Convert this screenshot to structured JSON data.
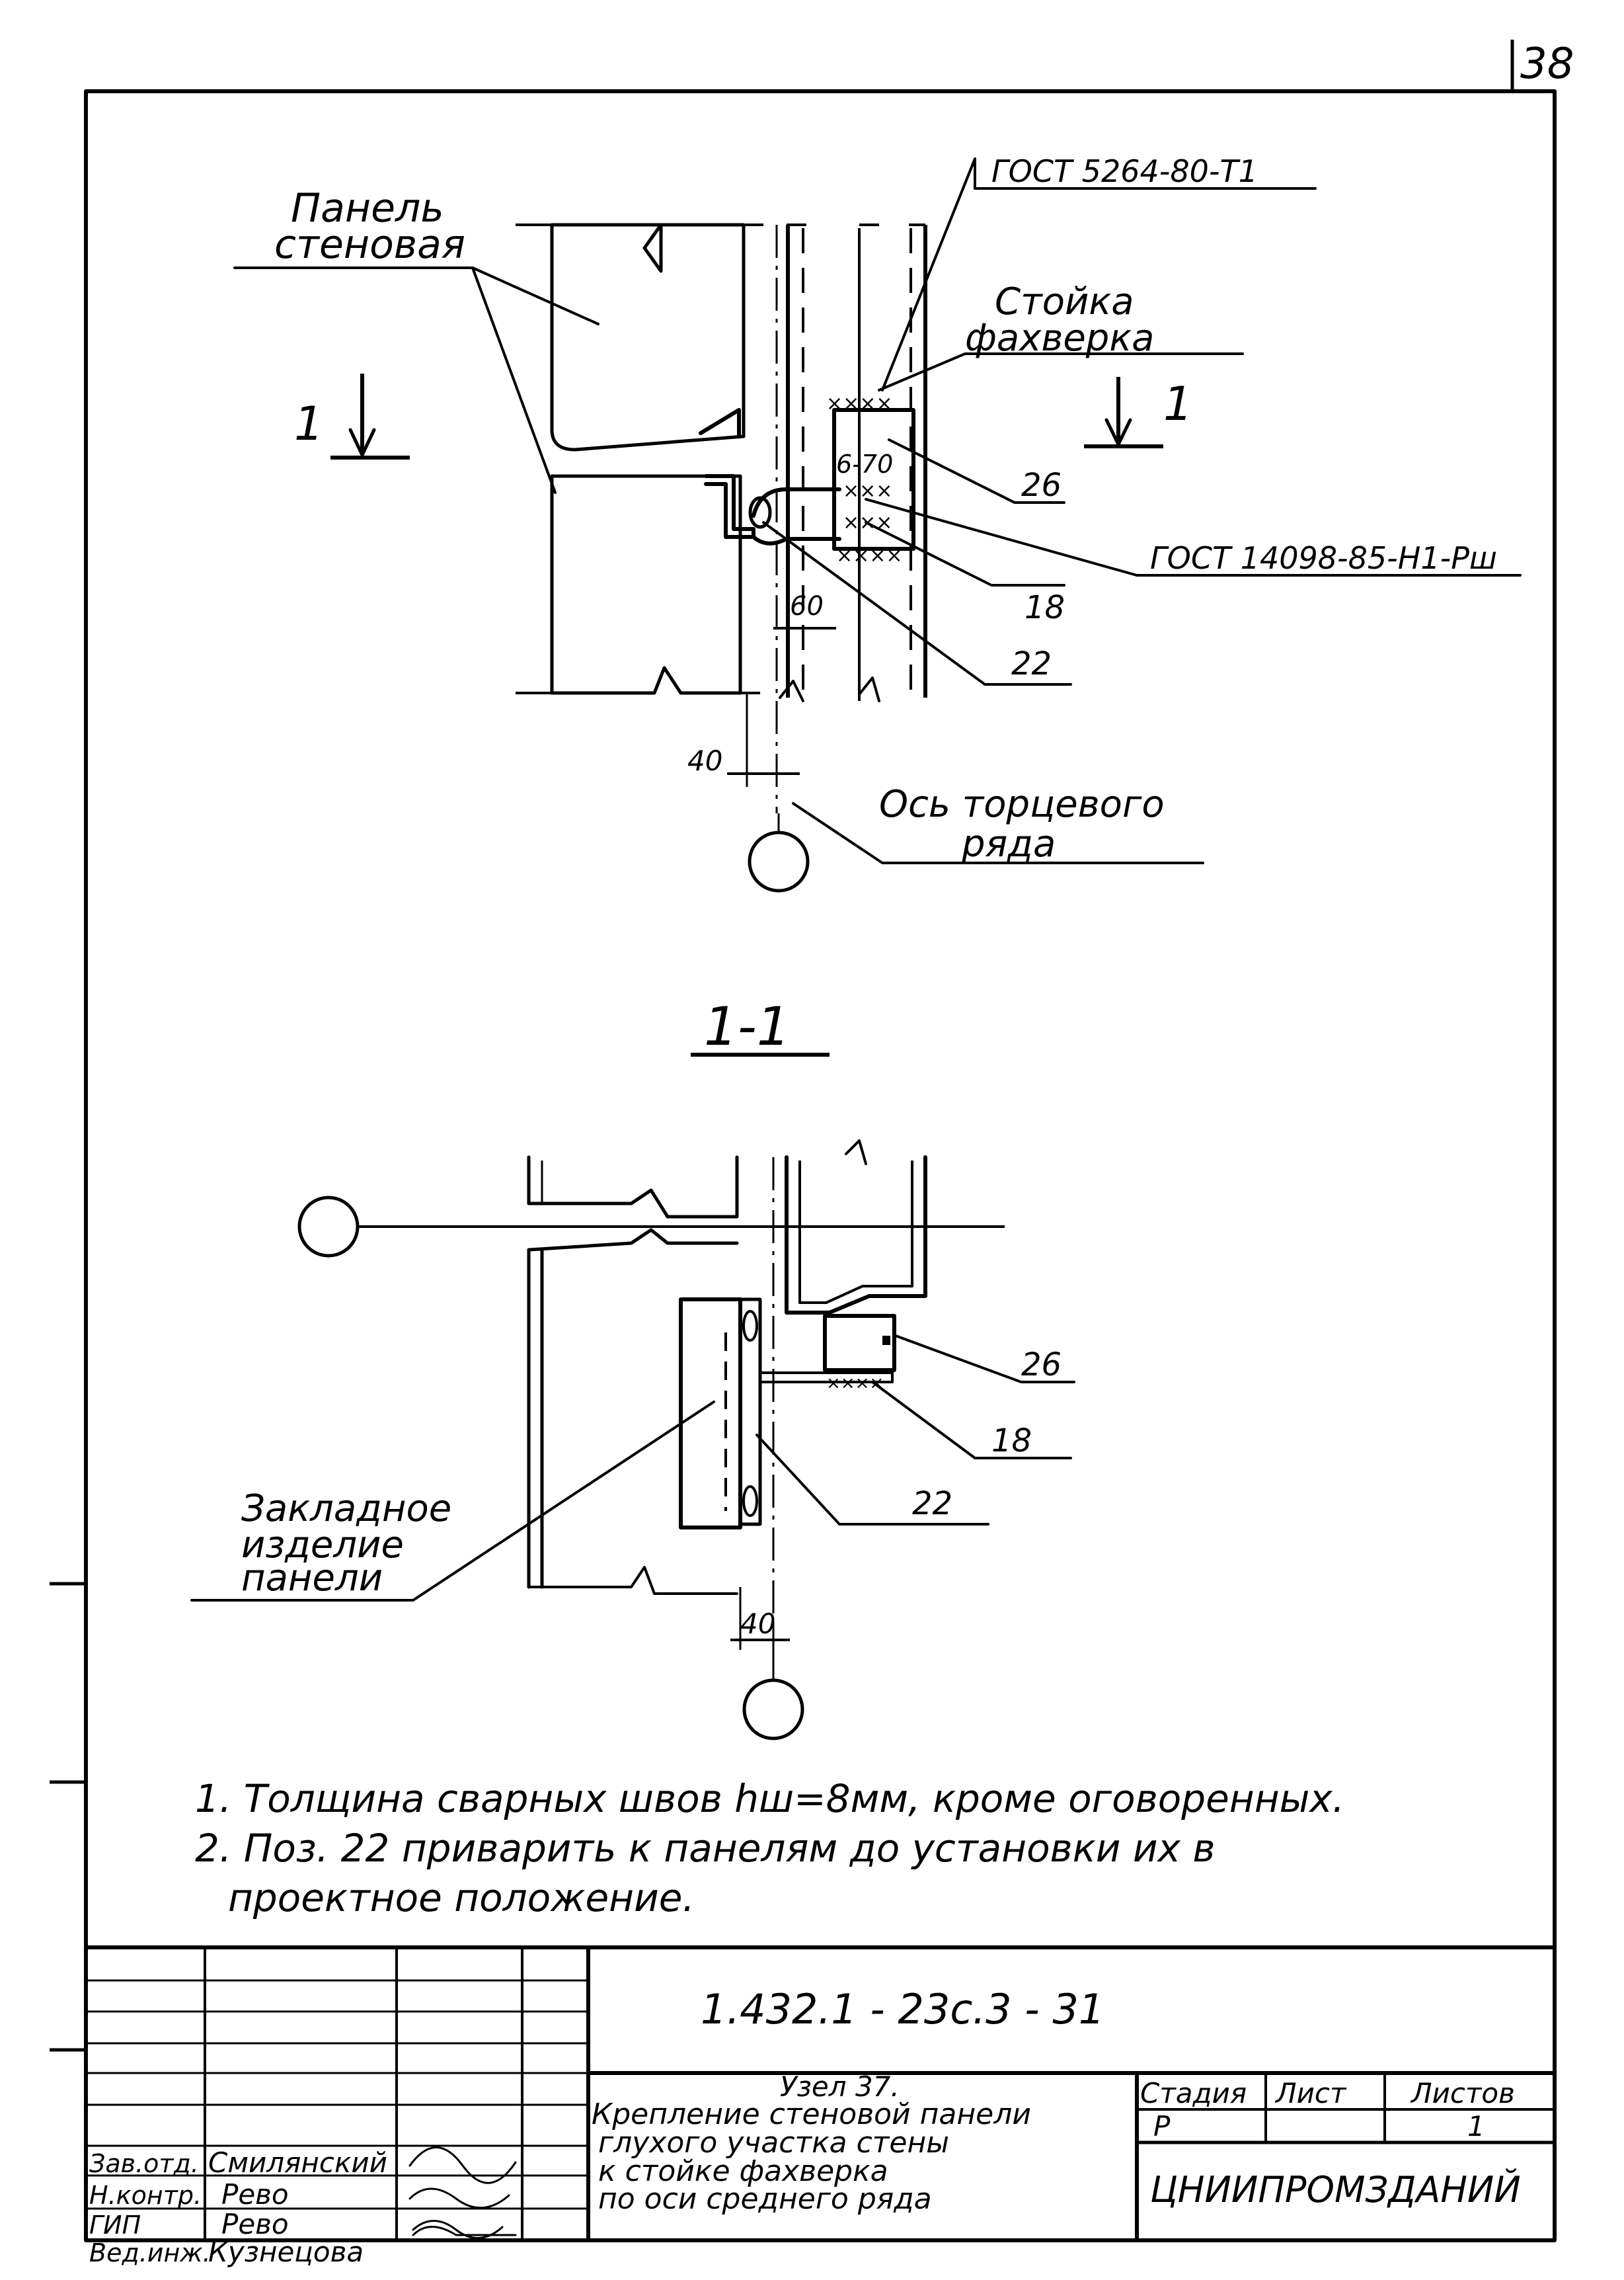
{
  "page_number": "38",
  "upper_detail": {
    "labels": {
      "panel_line1": "Панель",
      "panel_line2": "стеновая",
      "gost_top": "ГОСТ 5264-80-Т1",
      "post_line1": "Стойка",
      "post_line2": "фахверка",
      "weld": "6-70",
      "gost_bottom": "ГОСТ 14098-85-Н1-Рш",
      "pos_26": "26",
      "pos_18": "18",
      "pos_22": "22",
      "dim_60": "60",
      "dim_40": "40",
      "axis_line1": "Ось торцевого",
      "axis_line2": "ряда",
      "section_mark_left": "1",
      "section_mark_right": "1"
    }
  },
  "section": {
    "title": "1-1",
    "labels": {
      "pos_26": "26",
      "pos_18": "18",
      "pos_22": "22",
      "embed_line1": "Закладное",
      "embed_line2": "изделие",
      "embed_line3": "панели",
      "dim_40": "40"
    }
  },
  "notes": [
    "1. Толщина сварных швов hш=8мм, кроме оговоренных.",
    "2. Поз. 22 приварить к панелям до установки их в",
    "проектное положение."
  ],
  "title_block": {
    "doc_code": "1.432.1 - 23с.3 - 31",
    "node_title": "Узел 37.",
    "description": [
      "Крепление стеновой панели",
      "глухого участка стены",
      "к стойке фахверка",
      "по оси среднего ряда"
    ],
    "stage_header": "Стадия",
    "sheet_header": "Лист",
    "sheets_header": "Листов",
    "stage_value": "Р",
    "sheet_value": "",
    "sheets_value": "1",
    "organization": "ЦНИИПРОМЗДАНИЙ",
    "signatures": [
      {
        "role": "Зав.отд.",
        "name": "Смилянский"
      },
      {
        "role": "Н.контр.",
        "name": "Рево"
      },
      {
        "role": "ГИП",
        "name": "Рево"
      },
      {
        "role": "Вед.инж.",
        "name": "Кузнецова"
      }
    ]
  }
}
